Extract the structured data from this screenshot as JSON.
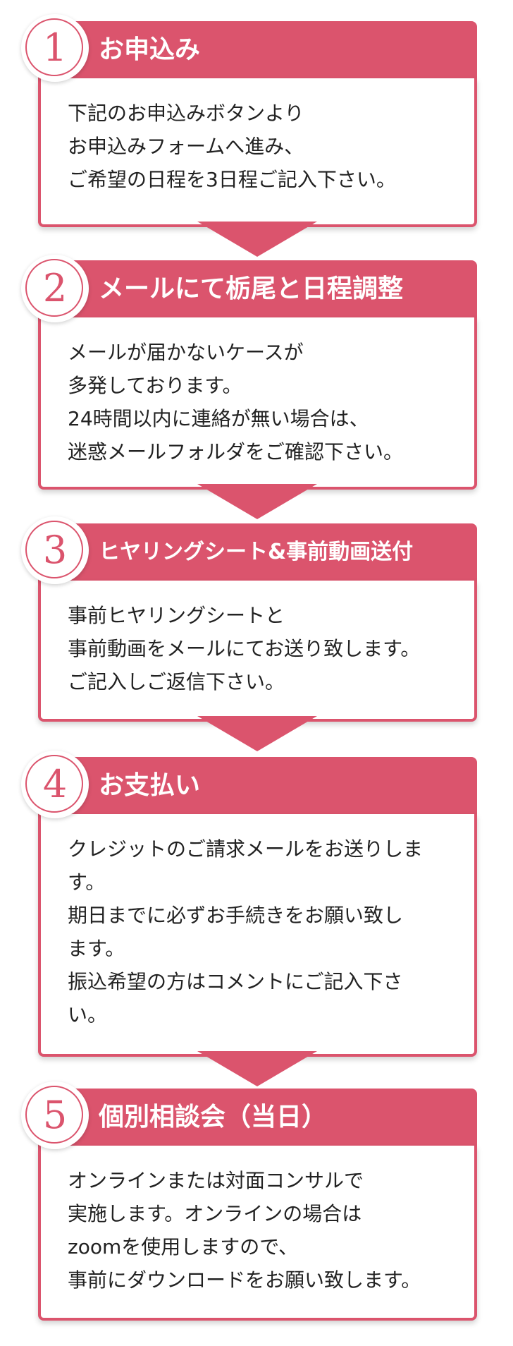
{
  "accent_color": "#db546d",
  "steps": [
    {
      "number": "1",
      "title": "お申込み",
      "body": "下記のお申込みボタンより\nお申込みフォームへ進み、\nご希望の日程を3日程ご記入下さい。"
    },
    {
      "number": "2",
      "title": "メールにて栃尾と日程調整",
      "body": "メールが届かないケースが\n多発しております。\n24時間以内に連絡が無い場合は、\n迷惑メールフォルダをご確認下さい。"
    },
    {
      "number": "3",
      "title": "ヒヤリングシート&事前動画送付",
      "body": "事前ヒヤリングシートと\n事前動画をメールにてお送り致します。\nご記入しご返信下さい。"
    },
    {
      "number": "4",
      "title": "お支払い",
      "body": "クレジットのご請求メールをお送りしま\nす。\n期日までに必ずお手続きをお願い致し\nます。\n振込希望の方はコメントにご記入下さ\nい。"
    },
    {
      "number": "5",
      "title": "個別相談会（当日）",
      "body": "オンラインまたは対面コンサルで\n実施します。オンラインの場合は\nzoomを使用しますので、\n事前にダウンロードをお願い致します。"
    }
  ]
}
